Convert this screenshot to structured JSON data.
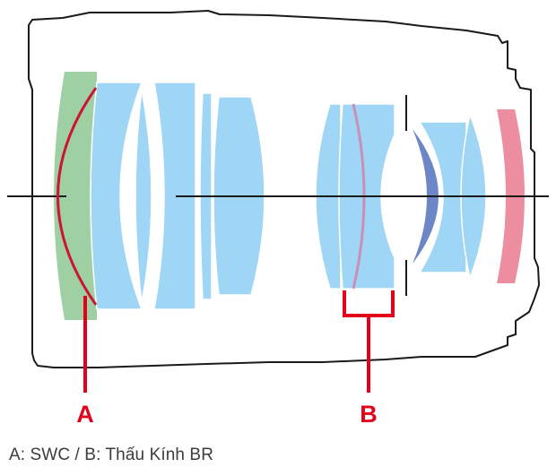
{
  "labels": {
    "a": "A",
    "b": "B"
  },
  "caption": "A: SWC / B: Thấu Kính BR",
  "colors": {
    "lens": "#9fd5f5",
    "swc_element": "#9fd0a4",
    "br_coating": "#c98fb8",
    "dark_lens": "#6d86c6",
    "pink_lens": "#ec8ea0",
    "callout": "#e3001b",
    "outline": "#1a1a1a"
  }
}
